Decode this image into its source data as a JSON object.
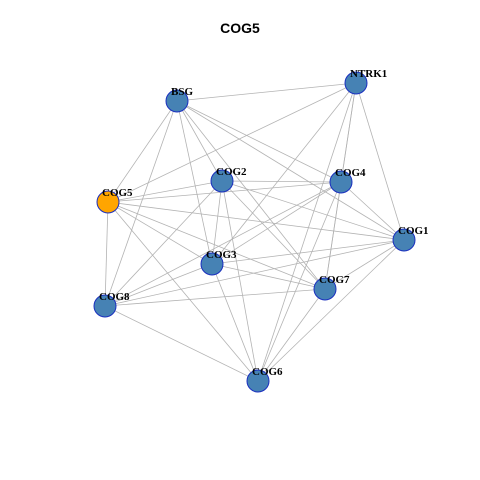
{
  "title": "COG5",
  "colors": {
    "node_fill": "#4682b4",
    "node_stroke": "#1a2fbf",
    "highlight_fill": "#ffa500",
    "edge": "#b3b3b3"
  },
  "graph": {
    "nodes": [
      {
        "id": "NTRK1",
        "label": "NTRK1",
        "highlight": false
      },
      {
        "id": "BSG",
        "label": "BSG",
        "highlight": false
      },
      {
        "id": "COG2",
        "label": "COG2",
        "highlight": false
      },
      {
        "id": "COG4",
        "label": "COG4",
        "highlight": false
      },
      {
        "id": "COG5",
        "label": "COG5",
        "highlight": true
      },
      {
        "id": "COG1",
        "label": "COG1",
        "highlight": false
      },
      {
        "id": "COG3",
        "label": "COG3",
        "highlight": false
      },
      {
        "id": "COG7",
        "label": "COG7",
        "highlight": false
      },
      {
        "id": "COG8",
        "label": "COG8",
        "highlight": false
      },
      {
        "id": "COG6",
        "label": "COG6",
        "highlight": false
      }
    ],
    "edges": [
      [
        "NTRK1",
        "BSG"
      ],
      [
        "NTRK1",
        "COG5"
      ],
      [
        "NTRK1",
        "COG4"
      ],
      [
        "NTRK1",
        "COG1"
      ],
      [
        "NTRK1",
        "COG3"
      ],
      [
        "NTRK1",
        "COG7"
      ],
      [
        "NTRK1",
        "COG6"
      ],
      [
        "BSG",
        "COG5"
      ],
      [
        "BSG",
        "COG2"
      ],
      [
        "BSG",
        "COG4"
      ],
      [
        "BSG",
        "COG1"
      ],
      [
        "BSG",
        "COG3"
      ],
      [
        "BSG",
        "COG7"
      ],
      [
        "BSG",
        "COG8"
      ],
      [
        "COG2",
        "COG5"
      ],
      [
        "COG2",
        "COG4"
      ],
      [
        "COG2",
        "COG1"
      ],
      [
        "COG2",
        "COG3"
      ],
      [
        "COG2",
        "COG7"
      ],
      [
        "COG2",
        "COG8"
      ],
      [
        "COG2",
        "COG6"
      ],
      [
        "COG4",
        "COG5"
      ],
      [
        "COG4",
        "COG1"
      ],
      [
        "COG4",
        "COG3"
      ],
      [
        "COG4",
        "COG7"
      ],
      [
        "COG4",
        "COG8"
      ],
      [
        "COG4",
        "COG6"
      ],
      [
        "COG5",
        "COG1"
      ],
      [
        "COG5",
        "COG3"
      ],
      [
        "COG5",
        "COG7"
      ],
      [
        "COG5",
        "COG8"
      ],
      [
        "COG5",
        "COG6"
      ],
      [
        "COG1",
        "COG3"
      ],
      [
        "COG1",
        "COG7"
      ],
      [
        "COG1",
        "COG8"
      ],
      [
        "COG1",
        "COG6"
      ],
      [
        "COG3",
        "COG7"
      ],
      [
        "COG3",
        "COG8"
      ],
      [
        "COG3",
        "COG6"
      ],
      [
        "COG7",
        "COG8"
      ],
      [
        "COG7",
        "COG6"
      ],
      [
        "COG8",
        "COG6"
      ]
    ]
  }
}
